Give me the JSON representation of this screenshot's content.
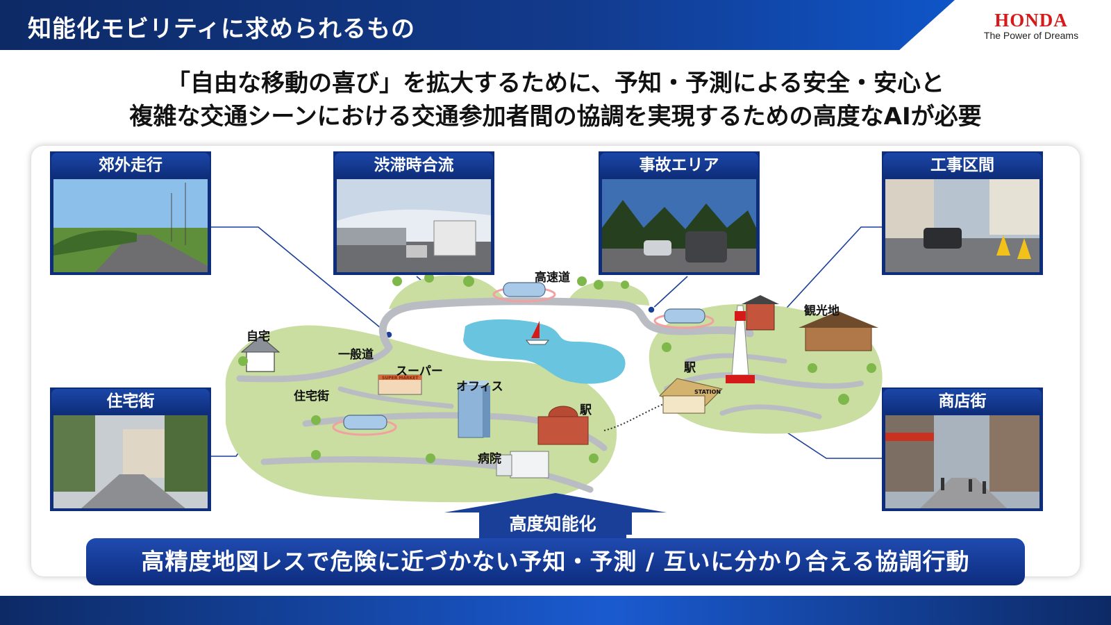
{
  "header": {
    "title": "知能化モビリティに求められるもの",
    "logo_word": "HONDA",
    "logo_tagline": "The Power of Dreams"
  },
  "headline": {
    "line1": "「自由な移動の喜び」を拡大するために、予知・予測による安全・安心と",
    "line2": "複雑な交通シーンにおける交通参加者間の協調を実現するための高度なAIが必要"
  },
  "panels": [
    {
      "label": "郊外走行"
    },
    {
      "label": "渋滞時合流"
    },
    {
      "label": "事故エリア"
    },
    {
      "label": "工事区間"
    },
    {
      "label": "住宅街"
    },
    {
      "label": "商店街"
    }
  ],
  "map_labels": {
    "highway": "高速道",
    "home": "自宅",
    "general_road": "一般道",
    "residential": "住宅街",
    "supermarket": "スーパー",
    "office": "オフィス",
    "station_left": "駅",
    "hospital": "病院",
    "station_right": "駅",
    "sightseeing": "観光地",
    "station_sign": "STATION",
    "super_sign": "SUPER MARKET"
  },
  "arrow_label": "高度知能化",
  "banner_text": "高精度地図レスで危険に近づかない予知・予測 / 互いに分かり合える協調行動",
  "colors": {
    "navy": "#0e2d7a",
    "accent_blue": "#1a3f99",
    "honda_red": "#d61a1a",
    "land_green": "#c9dea0",
    "road_gray": "#b9bcc2",
    "water_blue": "#69c4e0"
  }
}
